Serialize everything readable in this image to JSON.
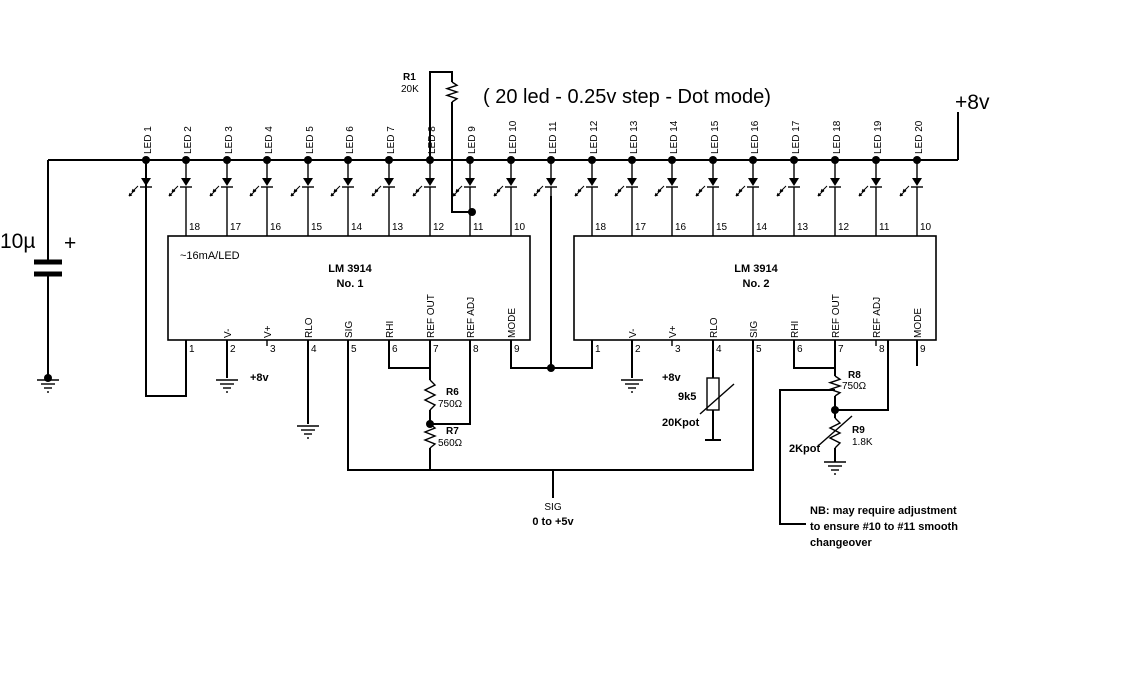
{
  "title": "( 20 led  - 0.25v step  - Dot mode)",
  "supply_label": "+8v",
  "capacitor": {
    "value": "10µ",
    "polarity": "+"
  },
  "leds": [
    "LED 1",
    "LED 2",
    "LED 3",
    "LED 4",
    "LED 5",
    "LED 6",
    "LED 7",
    "LED 8",
    "LED 9",
    "LED 10",
    "LED 11",
    "LED 12",
    "LED 13",
    "LED 14",
    "LED 15",
    "LED 16",
    "LED 17",
    "LED 18",
    "LED 19",
    "LED 20"
  ],
  "chip1": {
    "name": "LM 3914",
    "number": "No. 1",
    "note": "~16mA/LED",
    "top_pins": [
      "18",
      "17",
      "16",
      "15",
      "14",
      "13",
      "12",
      "11",
      "10"
    ],
    "bottom_pins": [
      "1",
      "2",
      "3",
      "4",
      "5",
      "6",
      "7",
      "8",
      "9"
    ],
    "bottom_labels": [
      "",
      "V-",
      "V+",
      "RLO",
      "SIG",
      "RHI",
      "REF OUT",
      "REF ADJ",
      "MODE"
    ]
  },
  "chip2": {
    "name": "LM 3914",
    "number": "No. 2",
    "top_pins": [
      "18",
      "17",
      "16",
      "15",
      "14",
      "13",
      "12",
      "11",
      "10"
    ],
    "bottom_pins": [
      "1",
      "2",
      "3",
      "4",
      "5",
      "6",
      "7",
      "8",
      "9"
    ],
    "bottom_labels": [
      "",
      "V-",
      "V+",
      "RLO",
      "SIG",
      "RHI",
      "REF OUT",
      "REF ADJ",
      "MODE"
    ]
  },
  "components": {
    "r1": {
      "name": "R1",
      "value": "20K"
    },
    "r6": {
      "name": "R6",
      "value": "750Ω"
    },
    "r7": {
      "name": "R7",
      "value": "560Ω"
    },
    "r8": {
      "name": "R8",
      "value": "750Ω"
    },
    "r9": {
      "name": "R9",
      "value": "1.8K"
    },
    "pot1": {
      "value": "9k5",
      "label": "20Kpot"
    },
    "pot2": {
      "label": "2Kpot"
    }
  },
  "chip1_vplus": "+8v",
  "chip2_vplus": "+8v",
  "signal": {
    "name": "SIG",
    "range": "0 to +5v"
  },
  "note": [
    "NB: may require adjustment",
    "to ensure #10 to #11 smooth",
    "changeover"
  ]
}
